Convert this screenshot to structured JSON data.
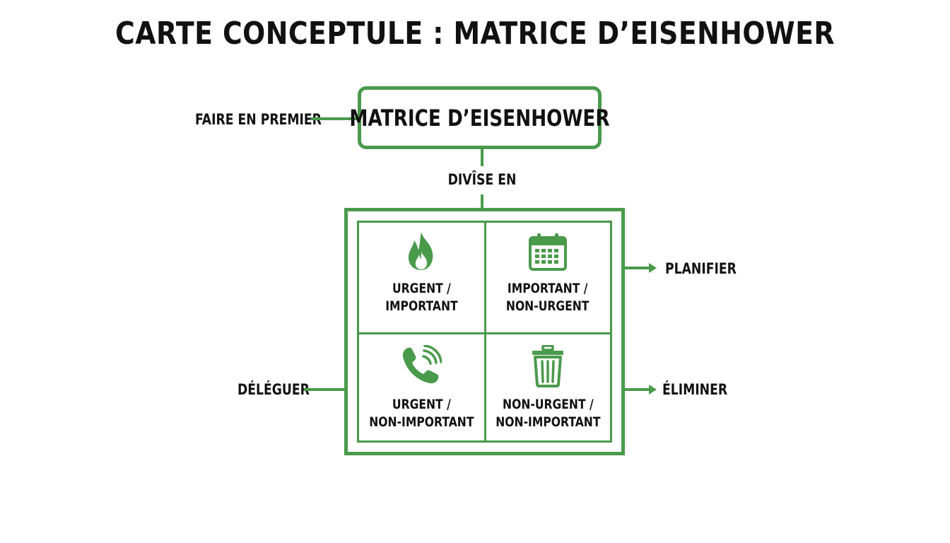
{
  "title": "CARTE CONCEPTULE : MATRICE D’EISENHOWER",
  "root": {
    "label": "MATRICE D’EISENHOWER"
  },
  "connectors": {
    "left_top": "FAIRE EN PREMIER",
    "below_root": "DIVÎSE EN",
    "right_top": "PLANIFIER",
    "left_bottom": "DÉLÉGUER",
    "right_bottom": "ÉLIMINER"
  },
  "quadrants": [
    {
      "icon": "fire-icon",
      "line1": "URGENT /",
      "line2": "IMPORTANT"
    },
    {
      "icon": "calendar-icon",
      "line1": "IMPORTANT /",
      "line2": "NON-URGENT"
    },
    {
      "icon": "phone-icon",
      "line1": "URGENT /",
      "line2": "NON-IMPORTANT"
    },
    {
      "icon": "trash-icon",
      "line1": "NON-URGENT /",
      "line2": "NON-IMPORTANT"
    }
  ],
  "colors": {
    "accent": "#4a9a4b",
    "text": "#111111",
    "background": "#ffffff"
  }
}
